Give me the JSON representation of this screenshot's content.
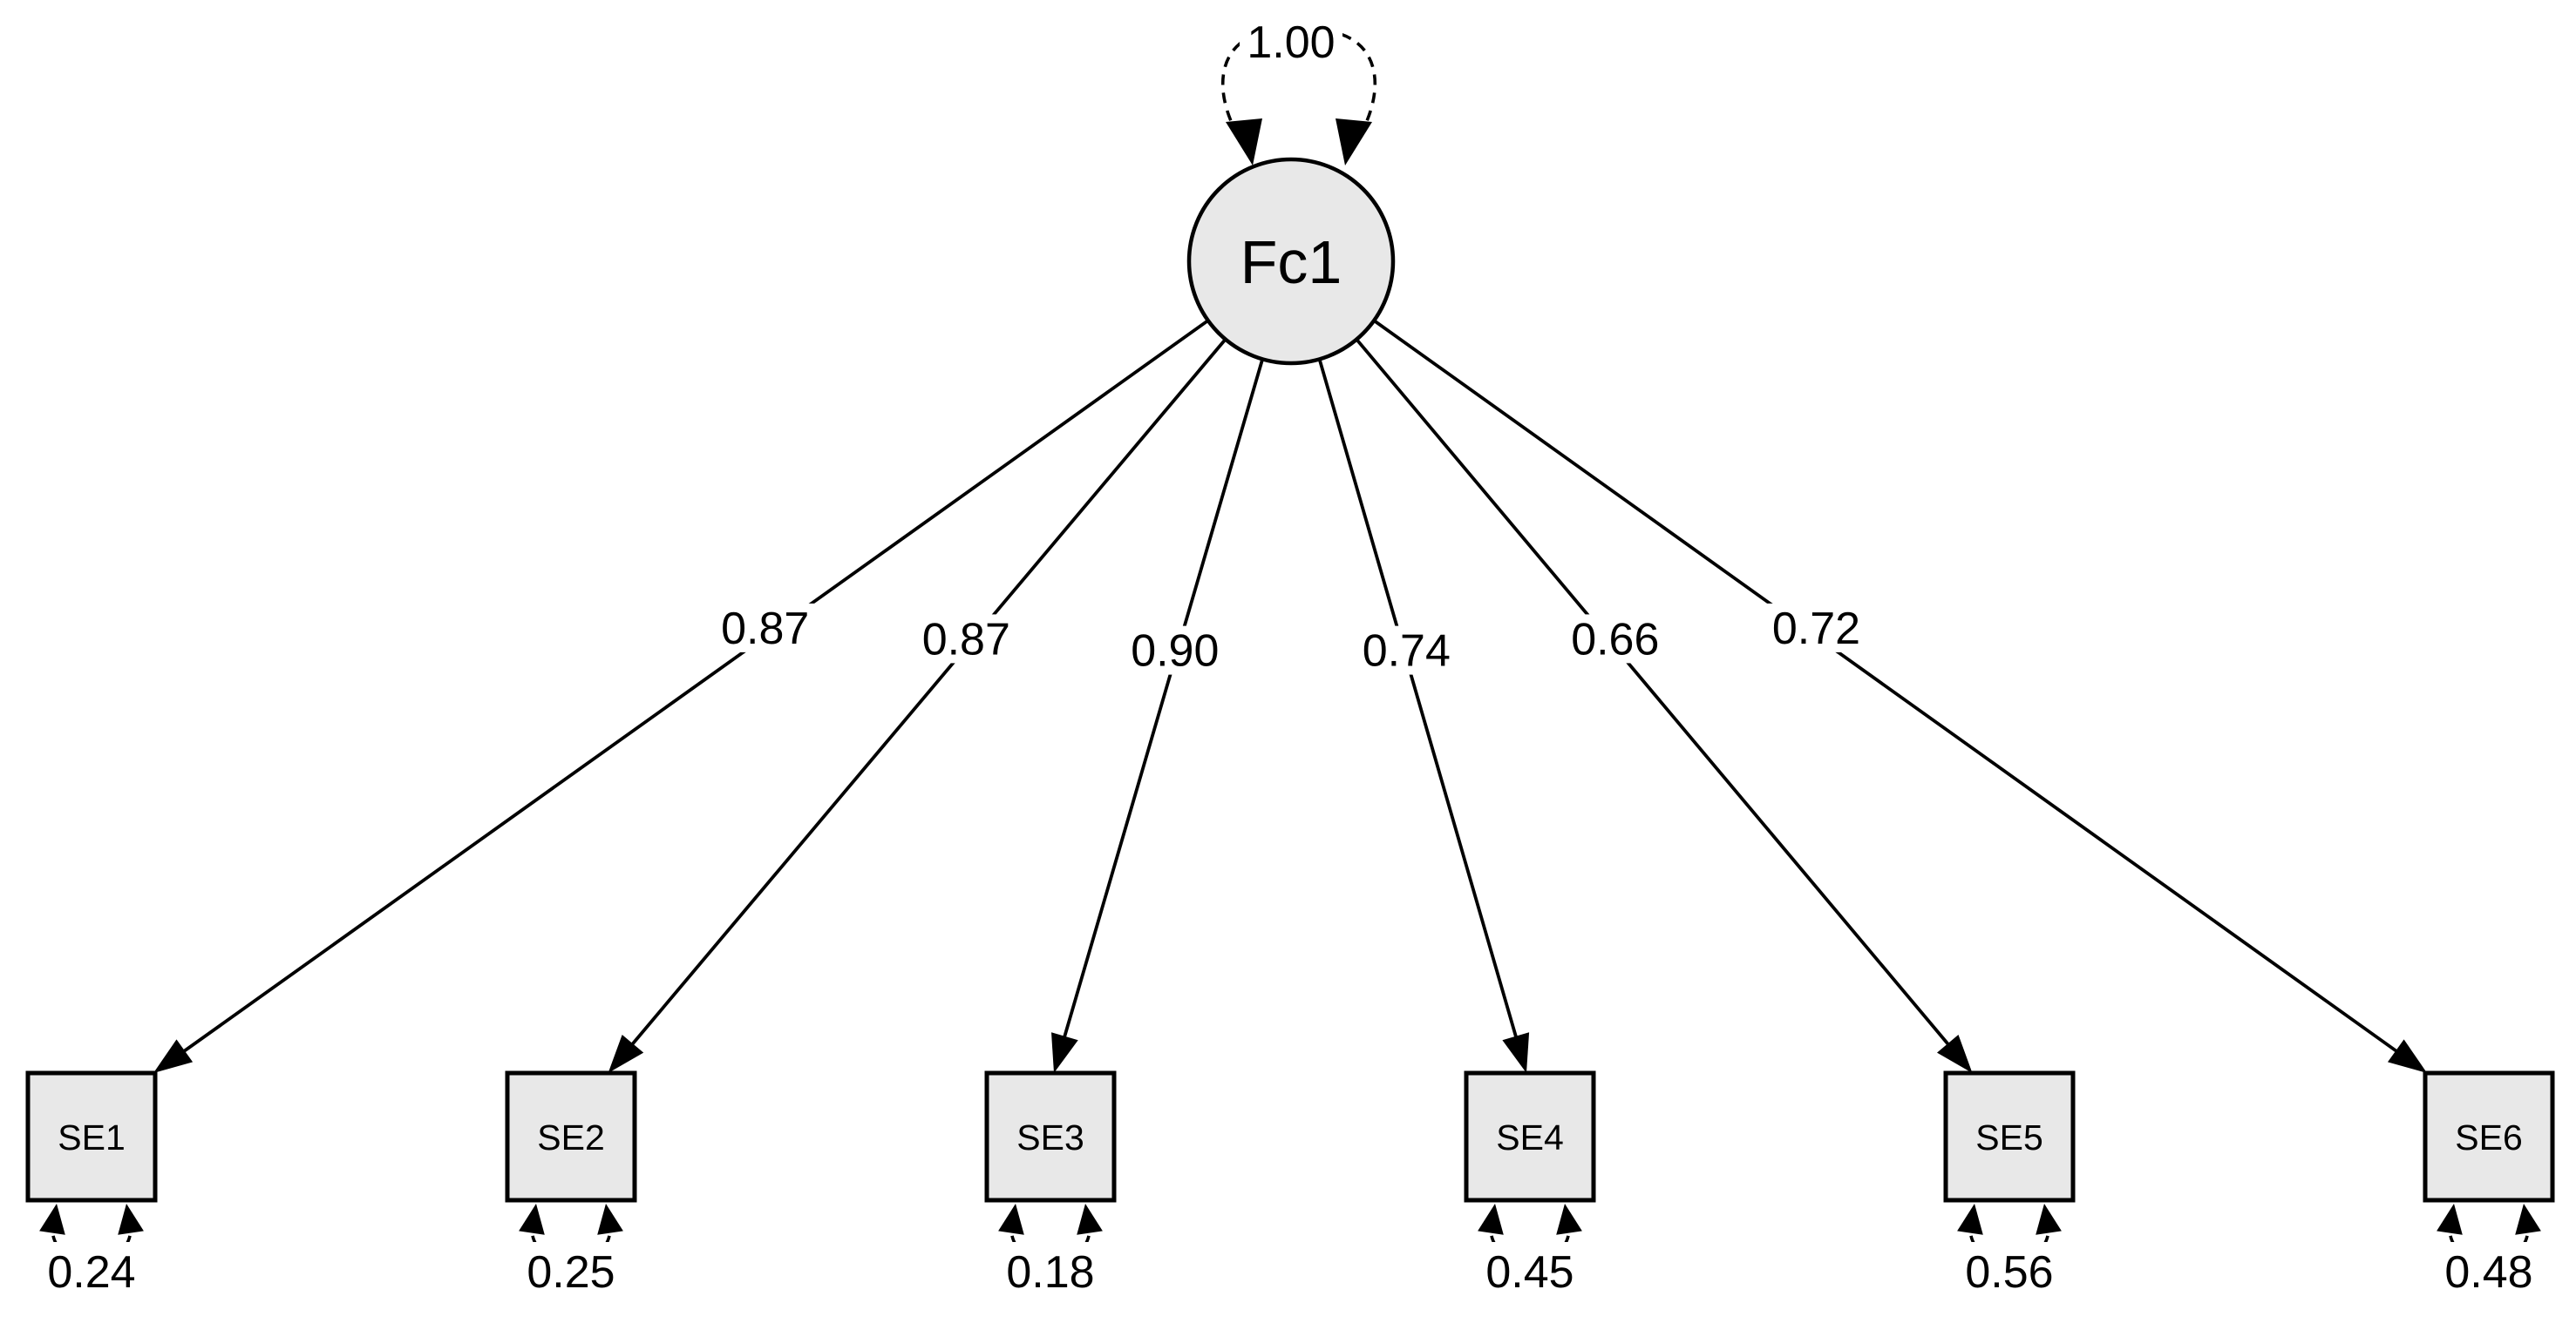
{
  "latent": {
    "name": "Fc1",
    "variance": "1.00",
    "fill_color": "#e8e8e8"
  },
  "indicators": [
    {
      "name": "SE1",
      "loading": "0.87",
      "error_variance": "0.24"
    },
    {
      "name": "SE2",
      "loading": "0.87",
      "error_variance": "0.25"
    },
    {
      "name": "SE3",
      "loading": "0.90",
      "error_variance": "0.18"
    },
    {
      "name": "SE4",
      "loading": "0.74",
      "error_variance": "0.45"
    },
    {
      "name": "SE5",
      "loading": "0.66",
      "error_variance": "0.56"
    },
    {
      "name": "SE6",
      "loading": "0.72",
      "error_variance": "0.48"
    }
  ]
}
